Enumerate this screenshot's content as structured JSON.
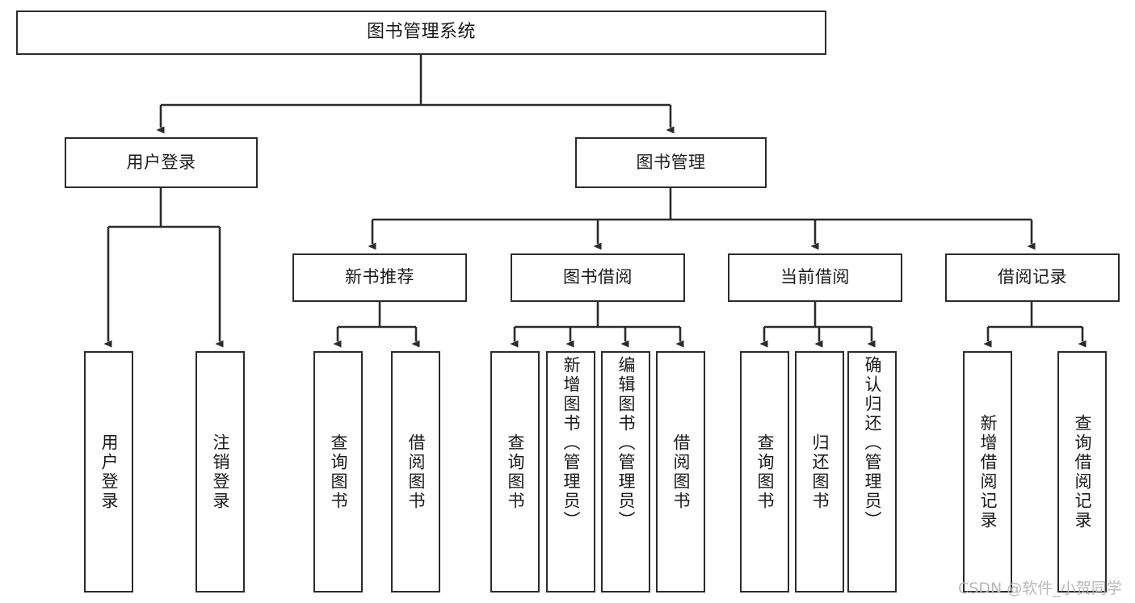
{
  "diagram": {
    "type": "tree",
    "title": "图书管理系统",
    "root": {
      "label": "图书管理系统"
    },
    "level1": [
      {
        "label": "用户登录"
      },
      {
        "label": "图书管理"
      }
    ],
    "level2": [
      {
        "label": "新书推荐"
      },
      {
        "label": "图书借阅"
      },
      {
        "label": "当前借阅"
      },
      {
        "label": "借阅记录"
      }
    ],
    "leaves_user_login": [
      {
        "label": "用户登录"
      },
      {
        "label": "注销登录"
      }
    ],
    "leaves_new_books": [
      {
        "label": "查询图书"
      },
      {
        "label": "借阅图书"
      }
    ],
    "leaves_borrow": [
      {
        "label": "查询图书"
      },
      {
        "label": "新增图书（管理员）"
      },
      {
        "label": "编辑图书（管理员）"
      },
      {
        "label": "借阅图书"
      }
    ],
    "leaves_current": [
      {
        "label": "查询图书"
      },
      {
        "label": "归还图书"
      },
      {
        "label": "确认归还（管理员）"
      }
    ],
    "leaves_records": [
      {
        "label": "新增借阅记录"
      },
      {
        "label": "查询借阅记录"
      }
    ]
  },
  "watermark": {
    "text": "CSDN @软件_小贺同学"
  },
  "colors": {
    "border": "#2b2b2b",
    "background": "#ffffff",
    "text": "#1a1a1a",
    "watermark": "#b9b9b9"
  }
}
